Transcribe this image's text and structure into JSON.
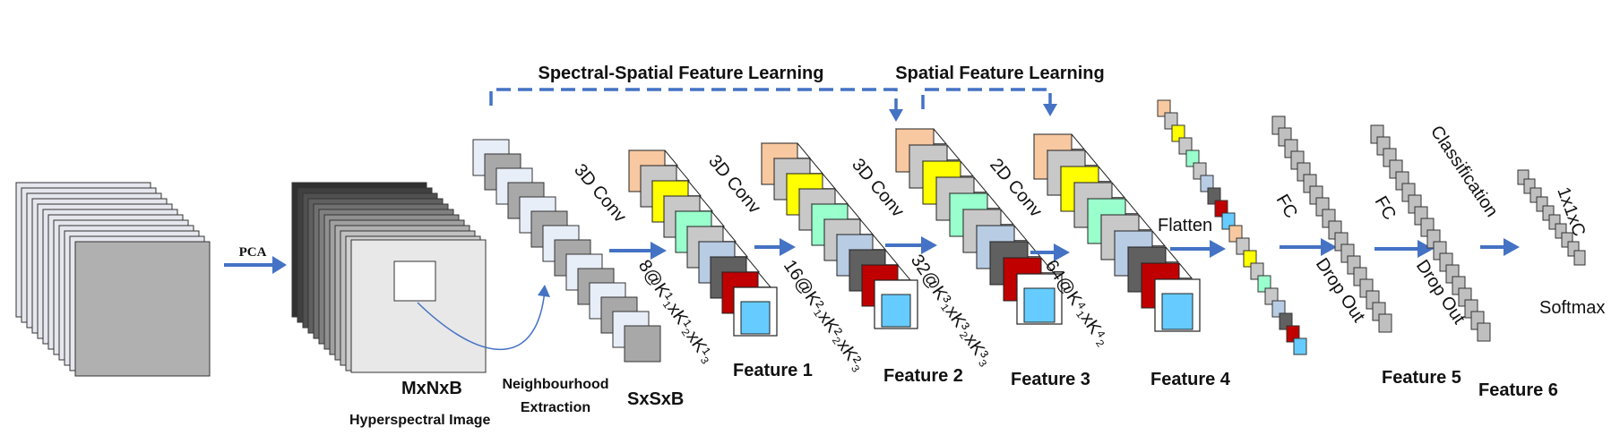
{
  "labels": {
    "spectral_spatial": "Spectral-Spatial Feature Learning",
    "spatial": "Spatial Feature Learning",
    "pca": "PCA",
    "mxnxb": "MxNxB",
    "hyperspectral": "Hyperspectral Image",
    "neighbourhood_1": "Neighbourhood",
    "neighbourhood_2": "Extraction",
    "sxsxb": "SxSxB",
    "conv3d_1": "3D Conv",
    "conv3d_2": "3D Conv",
    "conv3d_3": "3D Conv",
    "conv2d": "2D Conv",
    "flatten": "Flatten",
    "fc_1": "FC",
    "fc_2": "FC",
    "dropout_1": "Drop Out",
    "dropout_2": "Drop Out",
    "classification": "Classification",
    "softmax": "Softmax",
    "out_dim": "1x1xC",
    "dim_1": "8@K¹₁xK¹₂xK¹₃",
    "dim_2": "16@K²₁xK²₂xK²₃",
    "dim_3": "32@K³₁xK³₂xK³₃",
    "dim_4": "64@K⁴₁xK⁴₂",
    "feature_1": "Feature 1",
    "feature_2": "Feature 2",
    "feature_3": "Feature 3",
    "feature_4": "Feature 4",
    "feature_5": "Feature 5",
    "feature_6": "Feature 6"
  },
  "colors": {
    "arrow": "#4472c4",
    "peach": "#f8c8a0",
    "gray": "#c8c8c8",
    "yellow": "#ffff00",
    "mint": "#99ffcc",
    "steel": "#b8cce4",
    "dark": "#606060",
    "red": "#c00000",
    "cyan": "#66ccff",
    "gray_light": "#bfbfbf"
  }
}
